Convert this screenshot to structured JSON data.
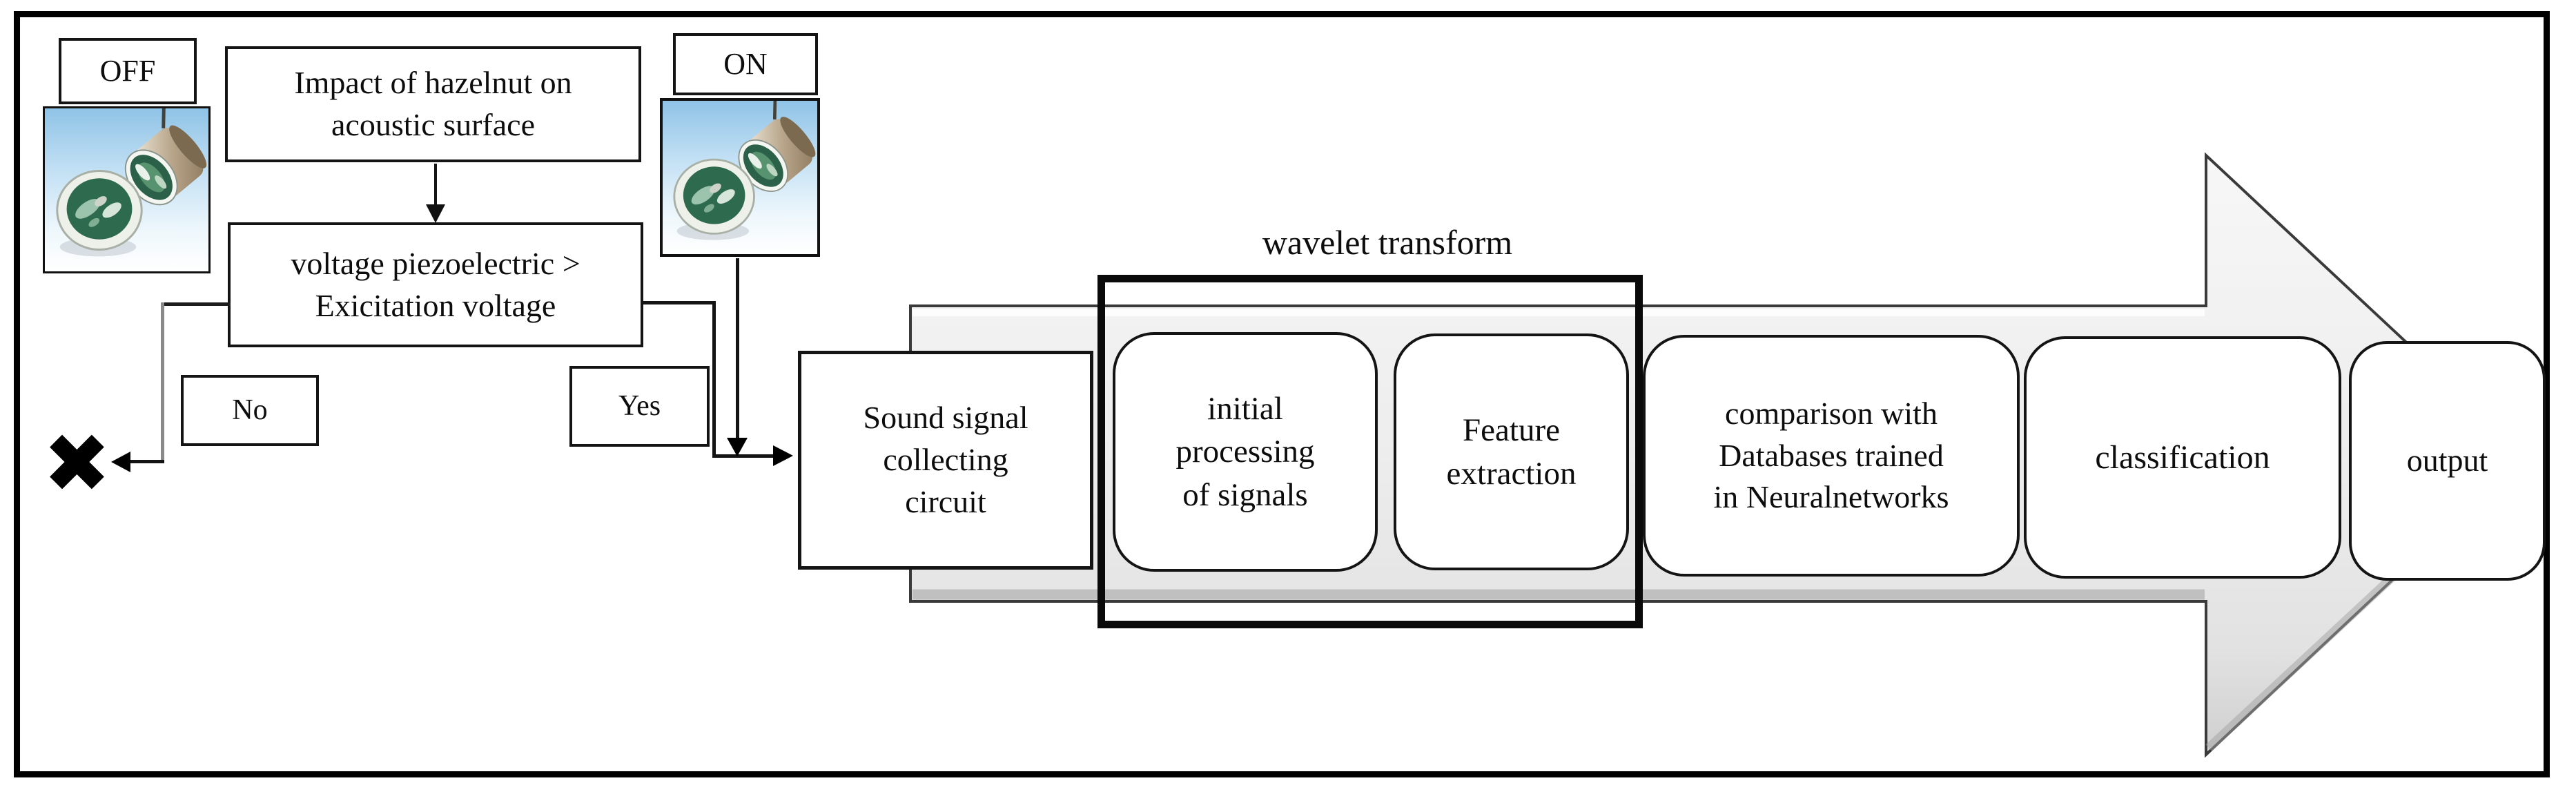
{
  "figure": {
    "type": "flow-diagram",
    "decision": {
      "off_label": "OFF",
      "on_label": "ON",
      "impact": {
        "lines": [
          "Impact of hazelnut on",
          "acoustic surface"
        ]
      },
      "condition": {
        "lines": [
          "voltage piezoelectric >",
          "Exicitation voltage"
        ]
      },
      "no_label": "No",
      "yes_label": "Yes",
      "reject_mark": "✖",
      "microphone_photo": "two electret microphone capsules on blue background"
    },
    "process": {
      "wavelet_label": "wavelet transform",
      "steps": [
        {
          "id": "sound-signal",
          "shape": "rect",
          "lines": [
            "Sound signal",
            "collecting",
            "circuit"
          ]
        },
        {
          "id": "initial",
          "shape": "rounded",
          "lines": [
            "initial",
            "processing",
            "of signals"
          ]
        },
        {
          "id": "feature",
          "shape": "rounded",
          "lines": [
            "Feature",
            "extraction"
          ]
        },
        {
          "id": "comparison",
          "shape": "rounded",
          "lines": [
            "comparison with",
            "Databases trained",
            "in Neuralnetworks"
          ]
        },
        {
          "id": "classification",
          "shape": "rounded",
          "lines": [
            "classification"
          ]
        },
        {
          "id": "output",
          "shape": "rounded",
          "lines": [
            "output"
          ]
        }
      ]
    },
    "colors": {
      "line_black": "#141414",
      "line_gray": "#8a8a8a",
      "arrow_fill_light": "#f3f3f3",
      "arrow_fill_dark": "#d6d6d6",
      "arrow_border": "#3a3a3a",
      "mic_bg_top": "#8fc3e6",
      "mic_green": "#2e6b4e"
    }
  }
}
